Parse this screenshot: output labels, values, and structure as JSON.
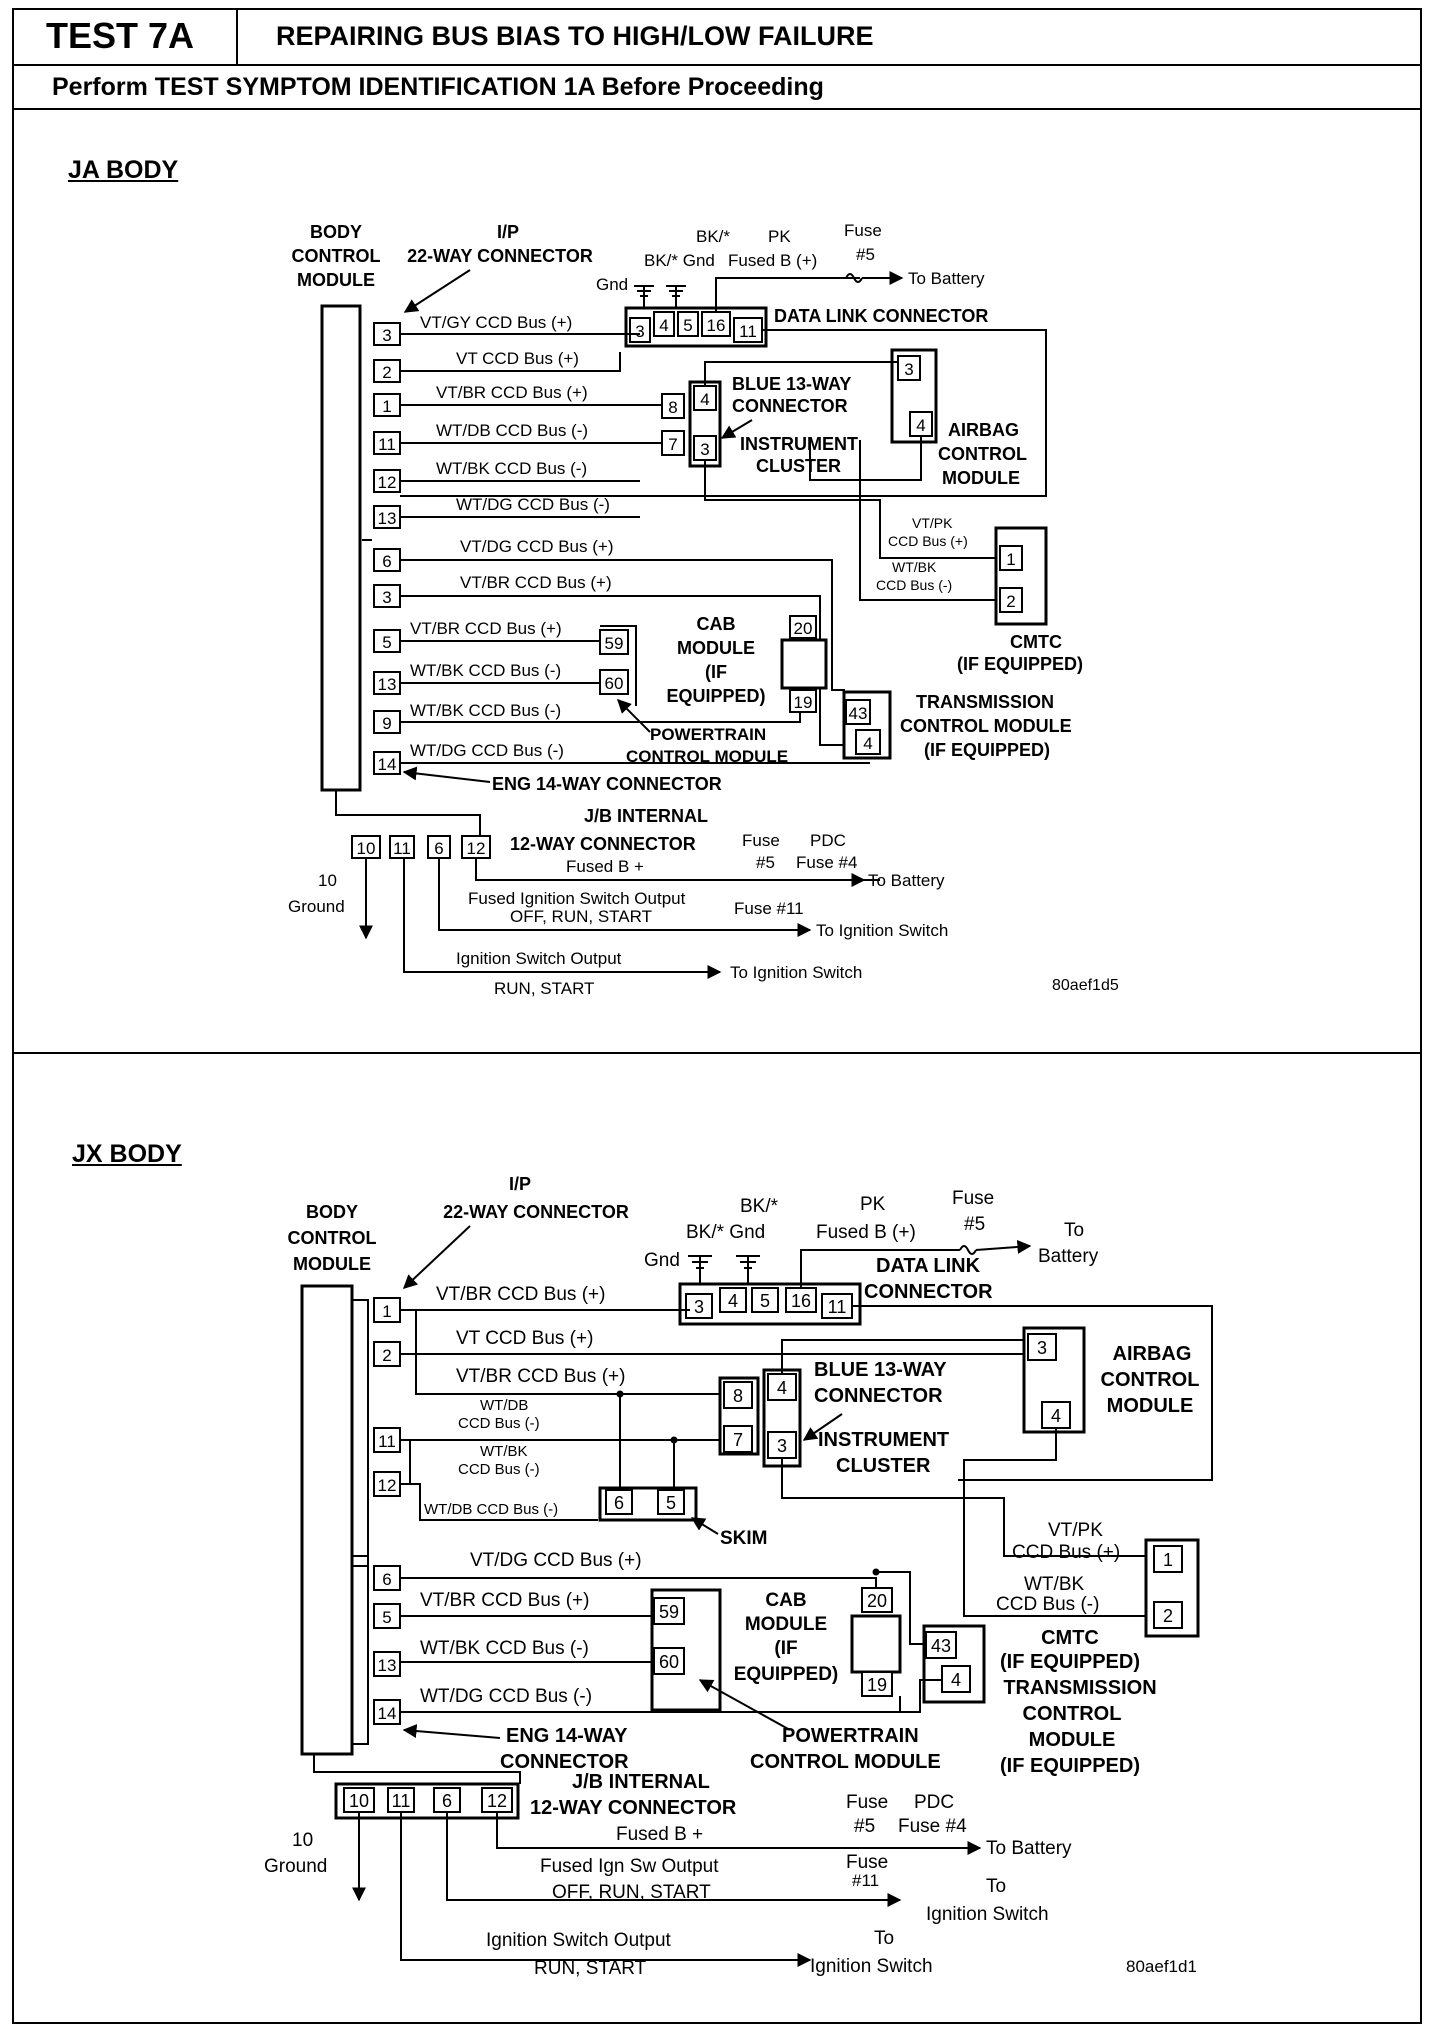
{
  "header": {
    "test_id": "TEST 7A",
    "title": "REPAIRING BUS BIAS TO HIGH/LOW FAILURE",
    "subtitle": "Perform TEST SYMPTOM IDENTIFICATION 1A Before Proceeding"
  },
  "ja": {
    "section_label": "JA BODY",
    "bcm": [
      "BODY",
      "CONTROL",
      "MODULE"
    ],
    "ip": [
      "I/P",
      "22-WAY CONNECTOR"
    ],
    "bcm_pins": [
      "3",
      "2",
      "1",
      "11",
      "12",
      "13",
      "6",
      "3",
      "5",
      "13",
      "9",
      "14"
    ],
    "wires": {
      "w1": "VT/GY  CCD Bus (+)",
      "w2": "VT  CCD Bus (+)",
      "w3": "VT/BR  CCD Bus (+)",
      "w4": "WT/DB  CCD Bus (-)",
      "w5": "WT/BK  CCD Bus (-)",
      "w6": "WT/DG  CCD Bus (-)",
      "w7": "VT/DG  CCD Bus (+)",
      "w8": "VT/BR  CCD Bus (+)",
      "w9": "VT/BR  CCD Bus (+)",
      "w10": "WT/BK  CCD Bus (-)",
      "w11": "WT/BK  CCD Bus (-)",
      "w12": "WT/DG  CCD Bus (-)"
    },
    "dlc": {
      "bk1": "BK/*",
      "bk2": "BK/*  Gnd",
      "pk": "PK",
      "fused": "Fused B (+)",
      "gnd": "Gnd",
      "pins": [
        "3",
        "4",
        "5",
        "16",
        "11"
      ],
      "label": "DATA LINK CONNECTOR",
      "fuse": "Fuse",
      "fuse_no": "#5",
      "battery": "To Battery"
    },
    "blue": {
      "pins": [
        "8",
        "7",
        "4",
        "3"
      ],
      "label": [
        "BLUE 13-WAY",
        "CONNECTOR"
      ],
      "cluster": [
        "INSTRUMENT",
        "CLUSTER"
      ]
    },
    "airbag": {
      "pins": [
        "3",
        "4"
      ],
      "label": [
        "AIRBAG",
        "CONTROL",
        "MODULE"
      ]
    },
    "cmtc": {
      "pins": [
        "1",
        "2"
      ],
      "w1": [
        "VT/PK",
        "CCD Bus (+)"
      ],
      "w2": [
        "WT/BK",
        "CCD Bus (-)"
      ],
      "label": [
        "CMTC",
        "(IF EQUIPPED)"
      ]
    },
    "cab": {
      "pins": [
        "20",
        "19"
      ],
      "label": [
        "CAB",
        "MODULE",
        "(IF",
        "EQUIPPED)"
      ]
    },
    "pcm": {
      "pins": [
        "59",
        "60"
      ],
      "label": [
        "POWERTRAIN",
        "CONTROL MODULE"
      ]
    },
    "tcm": {
      "pins": [
        "43",
        "4"
      ],
      "label": [
        "TRANSMISSION",
        "CONTROL MODULE",
        "(IF EQUIPPED)"
      ]
    },
    "eng": "ENG 14-WAY CONNECTOR",
    "jb": {
      "pins": [
        "10",
        "11",
        "6",
        "12"
      ],
      "label": [
        "J/B INTERNAL",
        "12-WAY CONNECTOR"
      ]
    },
    "ground": [
      "10",
      "Ground"
    ],
    "fused_b": "Fused B +",
    "ign_out": [
      "Fused Ignition Switch Output",
      "OFF, RUN, START"
    ],
    "ign_sw": [
      "Ignition Switch Output",
      "RUN, START"
    ],
    "fuse_pdc": [
      "Fuse",
      "PDC",
      "#5",
      "Fuse #4"
    ],
    "to_battery": "To Battery",
    "fuse11": "Fuse #11",
    "to_ign1": "To Ignition Switch",
    "to_ign2": "To Ignition Switch",
    "code": "80aef1d5"
  },
  "jx": {
    "section_label": "JX BODY",
    "bcm": [
      "BODY",
      "CONTROL",
      "MODULE"
    ],
    "ip": [
      "I/P",
      "22-WAY CONNECTOR"
    ],
    "bcm_pins": [
      "1",
      "2",
      "11",
      "12",
      "6",
      "5",
      "13",
      "14"
    ],
    "wires": {
      "w1": "VT/BR  CCD Bus (+)",
      "w2": "VT  CCD Bus (+)",
      "w3": "VT/BR  CCD Bus (+)",
      "w4a": "WT/DB",
      "w4b": "CCD Bus (-)",
      "w5a": "WT/BK",
      "w5b": "CCD Bus (-)",
      "w6": "WT/DB CCD Bus (-)",
      "w7": "VT/DG  CCD Bus (+)",
      "w8": "VT/BR  CCD Bus (+)",
      "w9": "WT/BK  CCD Bus (-)",
      "w10": "WT/DG  CCD Bus (-)"
    },
    "dlc": {
      "bk1": "BK/*",
      "bk2": "BK/*  Gnd",
      "pk": "PK",
      "fused": "Fused B (+)",
      "gnd": "Gnd",
      "pins": [
        "3",
        "4",
        "5",
        "16",
        "11"
      ],
      "label": [
        "DATA LINK",
        "CONNECTOR"
      ],
      "fuse": "Fuse",
      "fuse_no": "#5",
      "battery": [
        "To",
        "Battery"
      ]
    },
    "blue": {
      "pins": [
        "8",
        "7",
        "4",
        "3"
      ],
      "label": [
        "BLUE 13-WAY",
        "CONNECTOR"
      ],
      "cluster": [
        "INSTRUMENT",
        "CLUSTER"
      ]
    },
    "airbag": {
      "pins": [
        "3",
        "4"
      ],
      "label": [
        "AIRBAG",
        "CONTROL",
        "MODULE"
      ]
    },
    "skim": {
      "pins": [
        "6",
        "5"
      ],
      "label": "SKIM"
    },
    "cmtc": {
      "pins": [
        "1",
        "2"
      ],
      "w1": [
        "VT/PK",
        "CCD Bus (+)"
      ],
      "w2": [
        "WT/BK",
        "CCD Bus (-)"
      ],
      "label": [
        "CMTC",
        "(IF EQUIPPED)"
      ]
    },
    "cab": {
      "pins": [
        "20",
        "19"
      ],
      "label": [
        "CAB",
        "MODULE",
        "(IF",
        "EQUIPPED)"
      ]
    },
    "pcm": {
      "pins": [
        "59",
        "60"
      ],
      "label": [
        "POWERTRAIN",
        "CONTROL MODULE"
      ]
    },
    "tcm": {
      "pins": [
        "43",
        "4"
      ],
      "label": [
        "TRANSMISSION",
        "CONTROL",
        "MODULE",
        "(IF EQUIPPED)"
      ]
    },
    "eng": [
      "ENG 14-WAY",
      "CONNECTOR"
    ],
    "jb": {
      "pins": [
        "10",
        "11",
        "6",
        "12"
      ],
      "label": [
        "J/B INTERNAL",
        "12-WAY CONNECTOR"
      ]
    },
    "ground": [
      "10",
      "Ground"
    ],
    "fused_b": "Fused B +",
    "ign_out": [
      "Fused Ign Sw Output",
      "OFF, RUN, START"
    ],
    "ign_sw": [
      "Ignition Switch Output",
      "RUN, START"
    ],
    "fuse_pdc": [
      "Fuse",
      "PDC",
      "#5",
      "Fuse #4"
    ],
    "to_battery": "To Battery",
    "fuse11": [
      "Fuse",
      "#11"
    ],
    "to_ign1": [
      "To",
      "Ignition Switch"
    ],
    "to_ign2": [
      "To",
      "Ignition Switch"
    ],
    "code": "80aef1d1"
  }
}
